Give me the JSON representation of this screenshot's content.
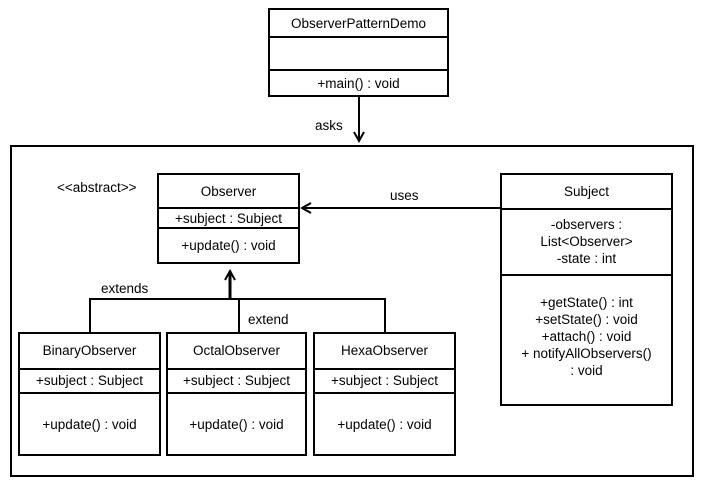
{
  "demo": {
    "name": "ObserverPatternDemo",
    "methods": [
      "+main()  : void"
    ]
  },
  "asks_label": "asks",
  "abstract_label": "<<abstract>>",
  "observer": {
    "name": "Observer",
    "attributes": [
      "+subject  : Subject"
    ],
    "methods": [
      "+update()  : void"
    ]
  },
  "uses_label": "uses",
  "subject": {
    "name": "Subject",
    "attributes": [
      "-observers  :",
      "List<Observer>",
      "-state : int"
    ],
    "methods": [
      "+getState() : int",
      "+setState() : void",
      "+attach() : void",
      "+ notifyAllObservers()",
      ": void"
    ]
  },
  "extends_label": "extends",
  "extend_label": "extend",
  "binary": {
    "name": "BinaryObserver",
    "attributes": [
      "+subject  : Subject"
    ],
    "methods": [
      "+update()  : void"
    ]
  },
  "octal": {
    "name": "OctalObserver",
    "attributes": [
      "+subject  : Subject"
    ],
    "methods": [
      "+update()  : void"
    ]
  },
  "hexa": {
    "name": "HexaObserver",
    "attributes": [
      "+subject  : Subject"
    ],
    "methods": [
      "+update()  : void"
    ]
  }
}
